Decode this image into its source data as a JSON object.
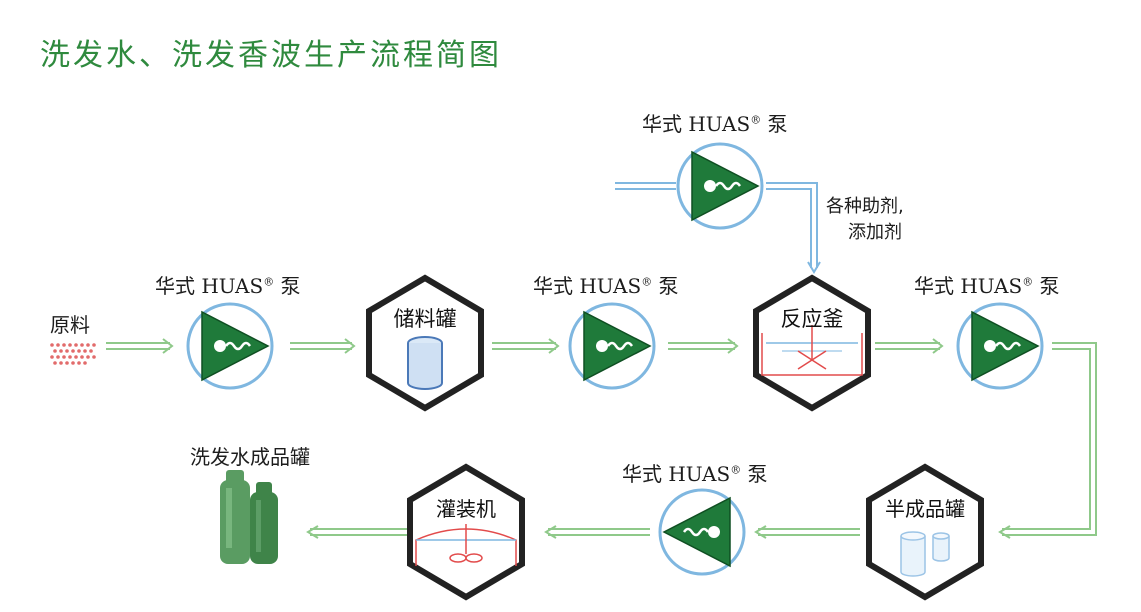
{
  "title": "洗发水、洗发香波生产流程简图",
  "pump": {
    "label": "华式 HUAS",
    "reg": "®",
    "suffix": " 泵"
  },
  "raw_material": "原料",
  "storage_tank": "储料罐",
  "reactor": "反应釜",
  "additives": {
    "line1": "各种助剂,",
    "line2": "添加剂"
  },
  "semi_finished_tank": "半成品罐",
  "filling_machine": "灌装机",
  "finished_tank": "洗发水成品罐",
  "colors": {
    "title": "#2f8a3e",
    "pump_triangle": "#1f7a3a",
    "pump_ring": "#7fb7e0",
    "flow_line": "#8fc98a",
    "reactor_tint": "#e24b4b"
  }
}
